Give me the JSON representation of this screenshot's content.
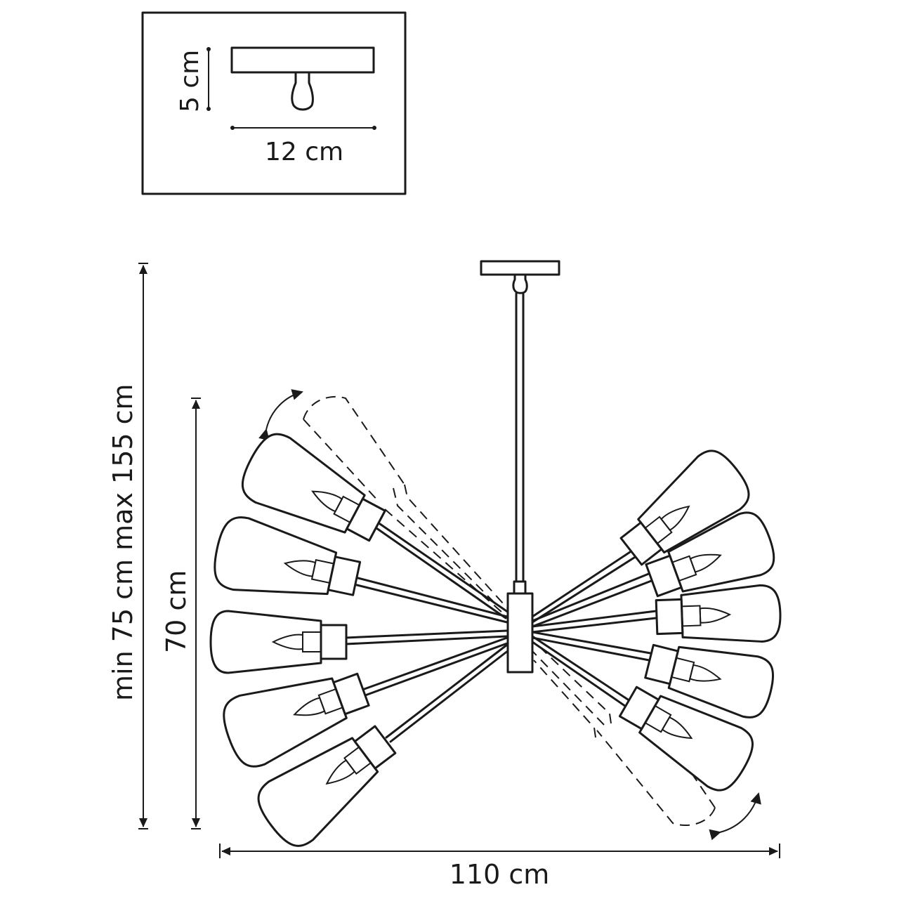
{
  "inset": {
    "height_label": "5 cm",
    "width_label": "12 cm"
  },
  "main": {
    "total_height_label": "min 75 cm max 155 cm",
    "body_height_label": "70 cm",
    "width_label": "110 cm"
  },
  "colors": {
    "line": "#1a1a1a",
    "background": "#ffffff"
  }
}
